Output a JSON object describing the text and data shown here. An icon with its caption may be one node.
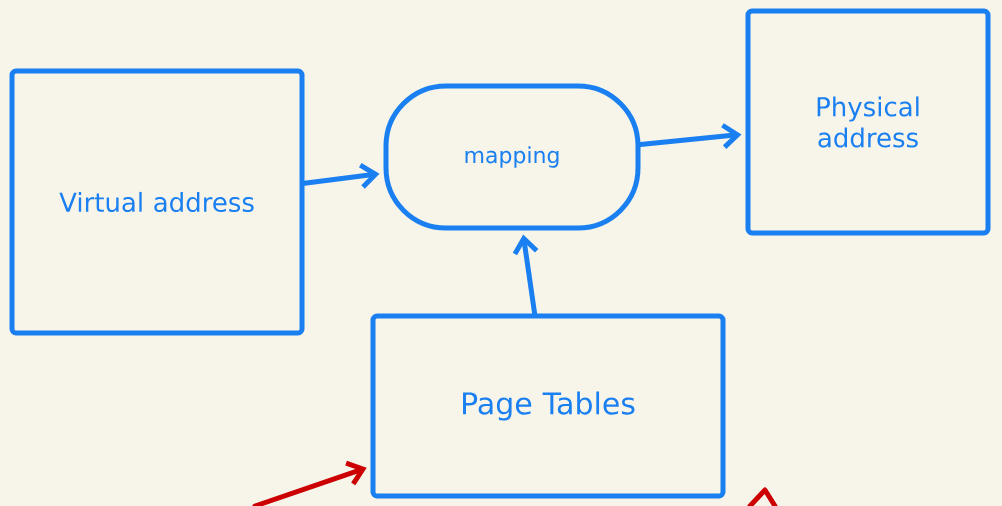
{
  "diagram": {
    "nodes": [
      {
        "text": [
          "Virtual address"
        ]
      },
      {
        "text": [
          "mapping"
        ]
      },
      {
        "text": [
          "Physical address"
        ]
      },
      {
        "text": [
          "Page Tables"
        ]
      }
    ],
    "edges": [
      {
        "from": 0,
        "to": 1,
        "arrow": "to"
      },
      {
        "from": 1,
        "to": 2,
        "arrow": "to"
      },
      {
        "from": 3,
        "to": 1,
        "arrow": "to"
      },
      {
        "from": null,
        "to": 3,
        "arrow": "to",
        "color": "#cc0000"
      }
    ]
  }
}
